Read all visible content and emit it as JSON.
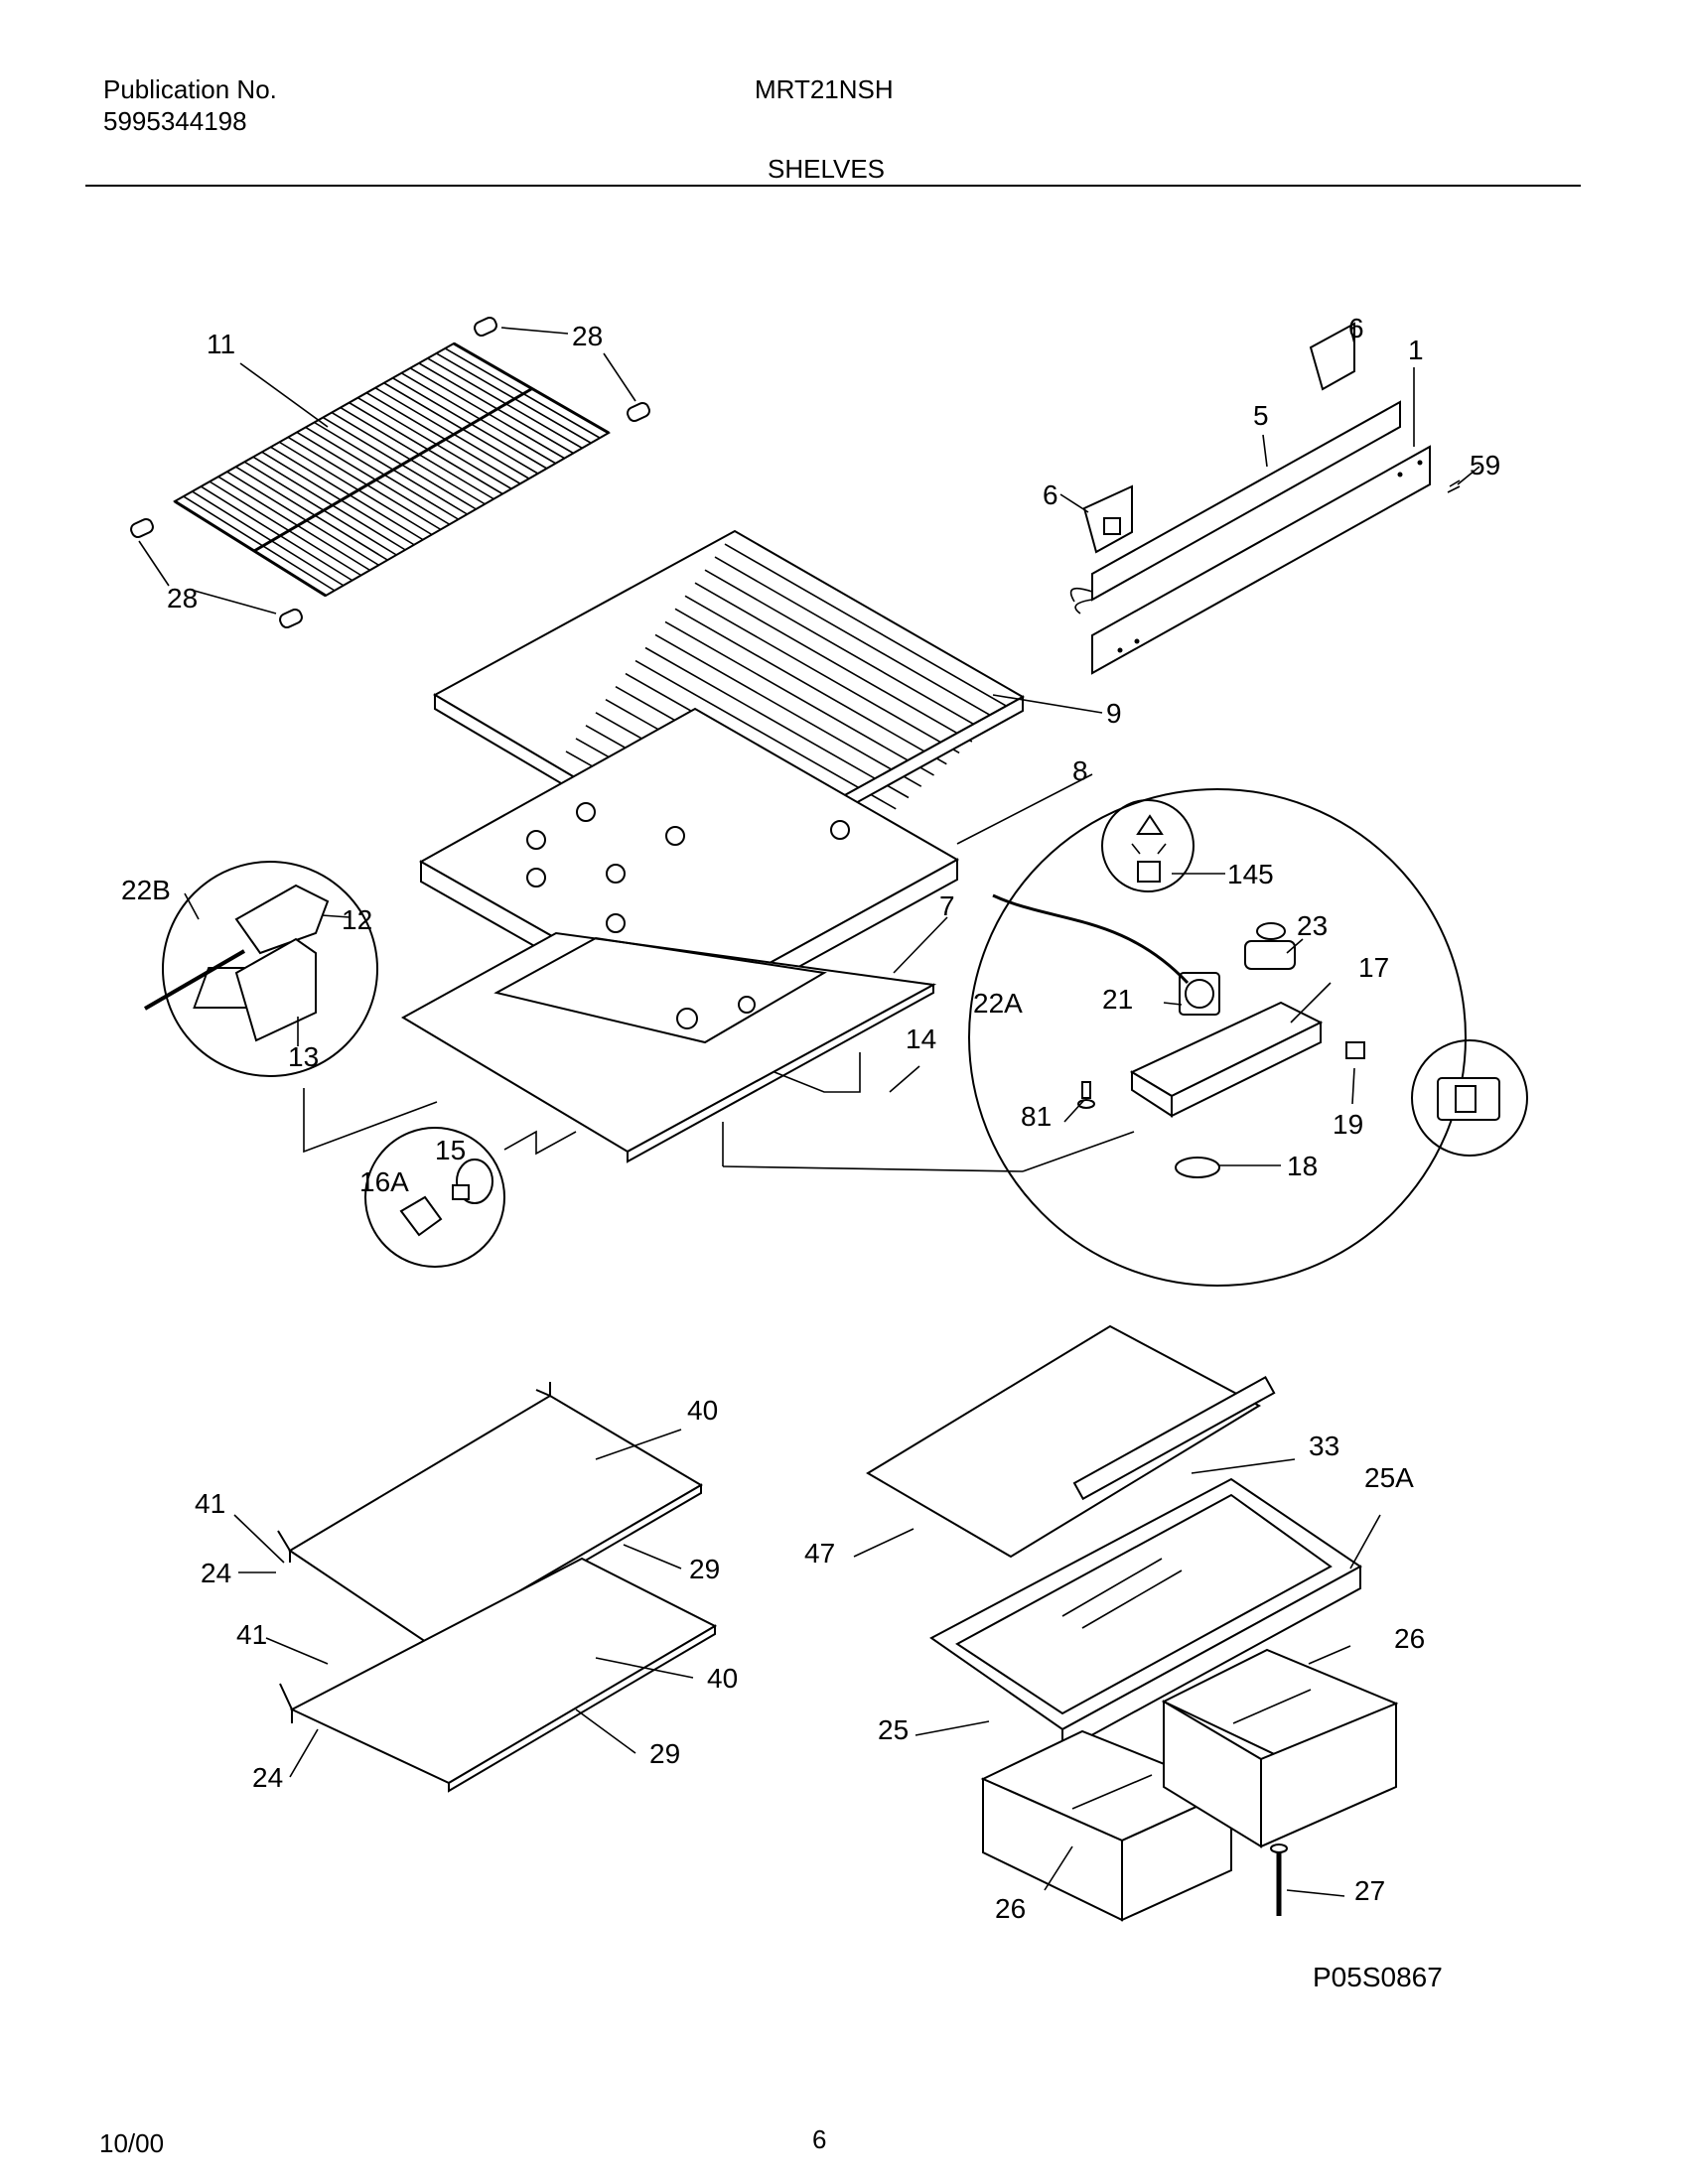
{
  "header": {
    "publication_label": "Publication No.",
    "publication_number": "5995344198",
    "model": "MRT21NSH",
    "section": "SHELVES"
  },
  "diagram": {
    "callouts": {
      "c11": "11",
      "c28a": "28",
      "c28b": "28",
      "c6a": "6",
      "c5": "5",
      "c1": "1",
      "c59": "59",
      "c6b": "6",
      "c9": "9",
      "c8": "8",
      "c7": "7",
      "c22b": "22B",
      "c12": "12",
      "c13": "13",
      "c14": "14",
      "c15": "15",
      "c16a": "16A",
      "c145": "145",
      "c23": "23",
      "c17": "17",
      "c22a": "22A",
      "c21": "21",
      "c81": "81",
      "c19": "19",
      "c18": "18",
      "c40a": "40",
      "c41a": "41",
      "c24a": "24",
      "c29a": "29",
      "c41b": "41",
      "c40b": "40",
      "c24b": "24",
      "c29b": "29",
      "c33": "33",
      "c25a": "25A",
      "c47": "47",
      "c26a": "26",
      "c25": "25",
      "c26b": "26",
      "c27": "27"
    },
    "figure_id": "P05S0867"
  },
  "footer": {
    "date": "10/00",
    "page_number": "6"
  }
}
